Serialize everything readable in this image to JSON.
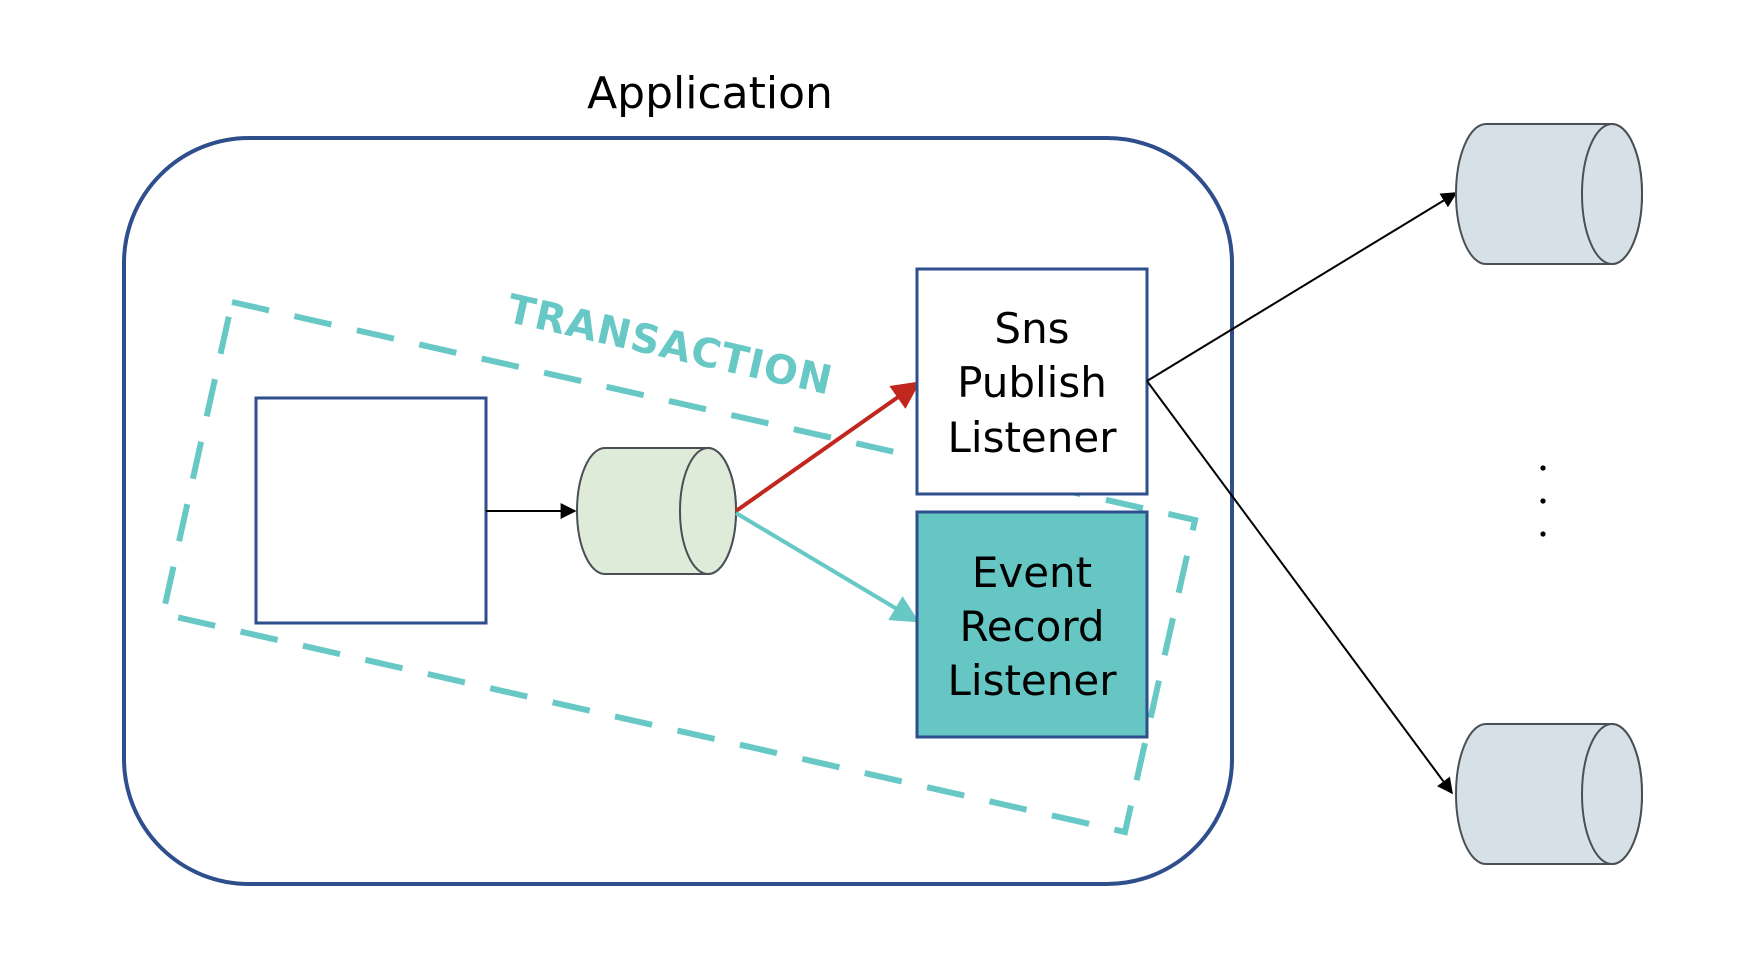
{
  "application": {
    "title": "Application"
  },
  "transaction": {
    "label": "TRANSACTION"
  },
  "listeners": {
    "sns_publish": {
      "lines": [
        "Sns",
        "Publish",
        "Listener"
      ]
    },
    "event_record": {
      "lines": [
        "Event",
        "Record",
        "Listener"
      ]
    }
  },
  "colors": {
    "app_border": "#2F4E8C",
    "box_border": "#2F4E8C",
    "transaction_dash": "#67C8C6",
    "event_record_fill": "#66C6C4",
    "local_queue_fill": "#DFEBD9",
    "external_queue_fill": "#D5E1E6",
    "cylinder_stroke": "#4A4F55",
    "red_arrow": "#C1261F",
    "teal_arrow": "#67C8C6",
    "black_arrow": "#000000"
  }
}
